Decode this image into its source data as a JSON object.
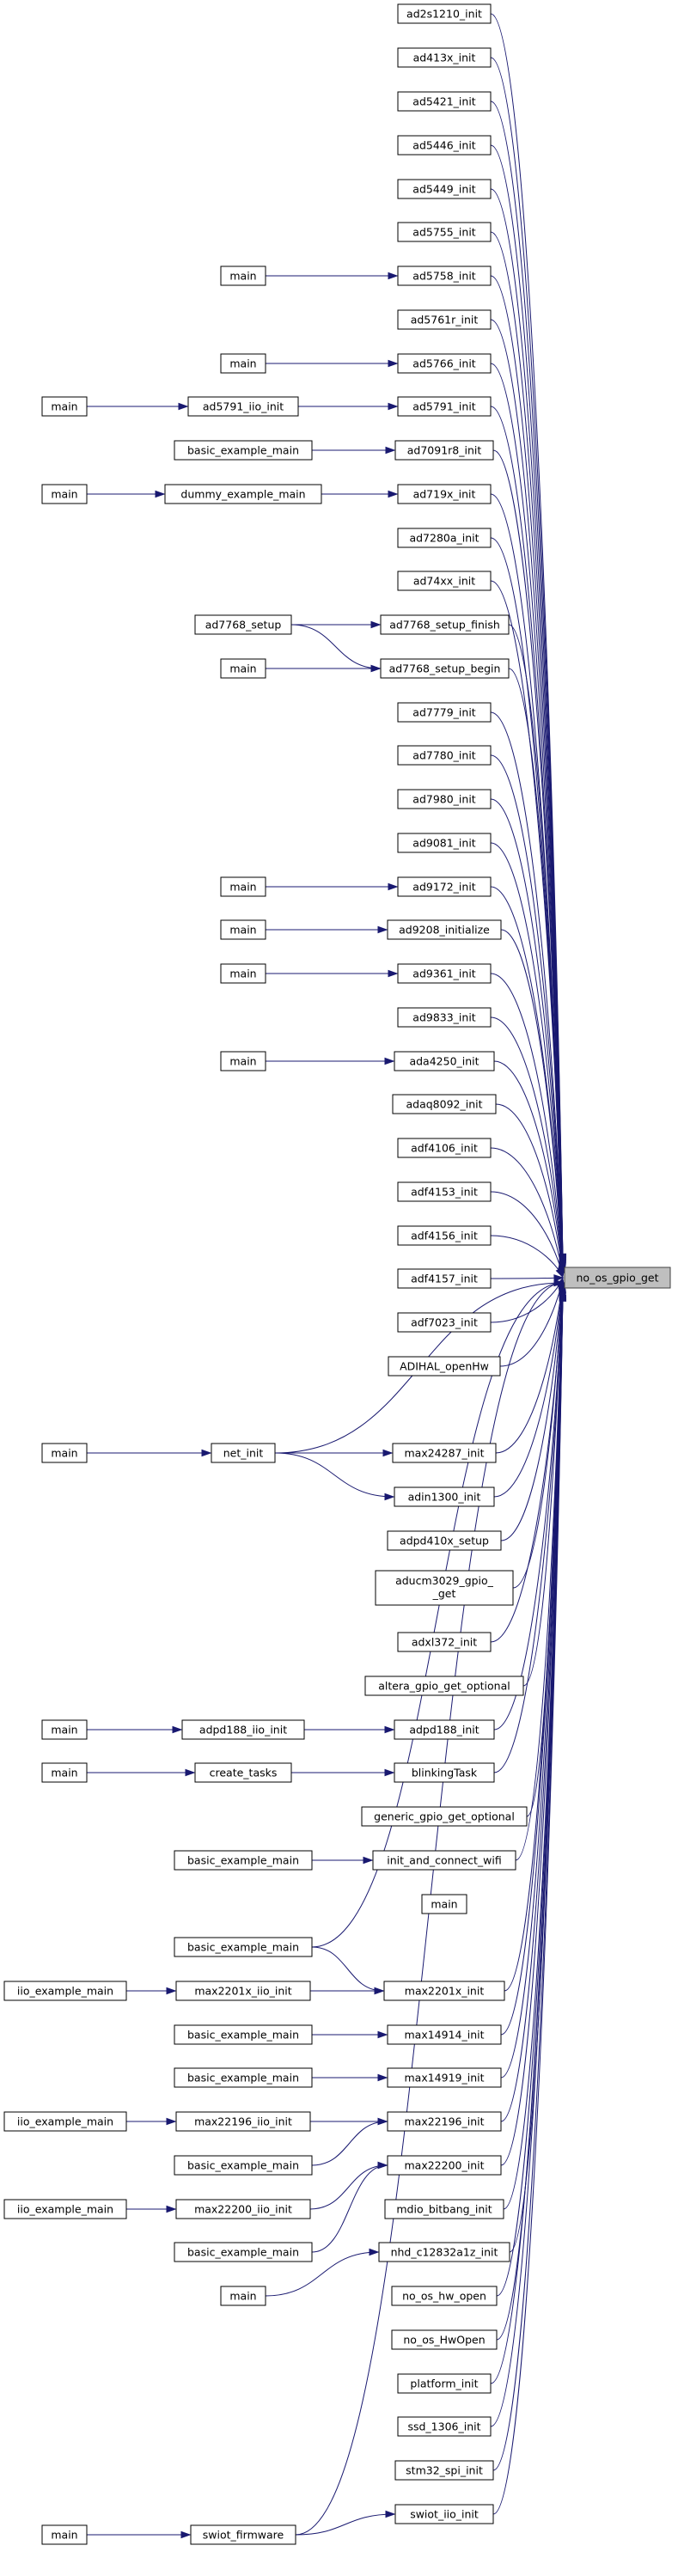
{
  "graph": {
    "target": {
      "id": "target",
      "label": "no_os_gpio_get"
    },
    "nodes": [
      {
        "id": "ad2s1210",
        "label": "ad2s1210_init"
      },
      {
        "id": "ad413x",
        "label": "ad413x_init"
      },
      {
        "id": "ad5421",
        "label": "ad5421_init"
      },
      {
        "id": "ad5446",
        "label": "ad5446_init"
      },
      {
        "id": "ad5449",
        "label": "ad5449_init"
      },
      {
        "id": "ad5755",
        "label": "ad5755_init"
      },
      {
        "id": "ad5758",
        "label": "ad5758_init"
      },
      {
        "id": "ad5761r",
        "label": "ad5761r_init"
      },
      {
        "id": "ad5766",
        "label": "ad5766_init"
      },
      {
        "id": "ad5791",
        "label": "ad5791_init"
      },
      {
        "id": "ad7091r8",
        "label": "ad7091r8_init"
      },
      {
        "id": "ad719x",
        "label": "ad719x_init"
      },
      {
        "id": "ad7280a",
        "label": "ad7280a_init"
      },
      {
        "id": "ad74xx",
        "label": "ad74xx_init"
      },
      {
        "id": "ad7768fin",
        "label": "ad7768_setup_finish"
      },
      {
        "id": "ad7768beg",
        "label": "ad7768_setup_begin"
      },
      {
        "id": "ad7779",
        "label": "ad7779_init"
      },
      {
        "id": "ad7780",
        "label": "ad7780_init"
      },
      {
        "id": "ad7980",
        "label": "ad7980_init"
      },
      {
        "id": "ad9081",
        "label": "ad9081_init"
      },
      {
        "id": "ad9172",
        "label": "ad9172_init"
      },
      {
        "id": "ad9208",
        "label": "ad9208_initialize"
      },
      {
        "id": "ad9361",
        "label": "ad9361_init"
      },
      {
        "id": "ad9833",
        "label": "ad9833_init"
      },
      {
        "id": "ada4250",
        "label": "ada4250_init"
      },
      {
        "id": "adaq8092",
        "label": "adaq8092_init"
      },
      {
        "id": "adf4106",
        "label": "adf4106_init"
      },
      {
        "id": "adf4153",
        "label": "adf4153_init"
      },
      {
        "id": "adf4156",
        "label": "adf4156_init"
      },
      {
        "id": "adf4157",
        "label": "adf4157_init"
      },
      {
        "id": "adf7023",
        "label": "adf7023_init"
      },
      {
        "id": "adihal",
        "label": "ADIHAL_openHw"
      },
      {
        "id": "max24287",
        "label": "max24287_init"
      },
      {
        "id": "adin1300",
        "label": "adin1300_init"
      },
      {
        "id": "adpd410x",
        "label": "adpd410x_setup"
      },
      {
        "id": "aducm3029",
        "label": "aducm3029_gpio_get"
      },
      {
        "id": "adxl372",
        "label": "adxl372_init"
      },
      {
        "id": "altera",
        "label": "altera_gpio_get_optional"
      },
      {
        "id": "adpd188",
        "label": "adpd188_init"
      },
      {
        "id": "blinking",
        "label": "blinkingTask"
      },
      {
        "id": "generic",
        "label": "generic_gpio_get_optional"
      },
      {
        "id": "initwifi",
        "label": "init_and_connect_wifi"
      },
      {
        "id": "main_mid",
        "label": "main"
      },
      {
        "id": "max2201x",
        "label": "max2201x_init"
      },
      {
        "id": "max14914",
        "label": "max14914_init"
      },
      {
        "id": "max14919",
        "label": "max14919_init"
      },
      {
        "id": "max22196",
        "label": "max22196_init"
      },
      {
        "id": "max22200",
        "label": "max22200_init"
      },
      {
        "id": "mdio",
        "label": "mdio_bitbang_init"
      },
      {
        "id": "nhd",
        "label": "nhd_c12832a1z_init"
      },
      {
        "id": "nohwopen",
        "label": "no_os_hw_open"
      },
      {
        "id": "noHwOpen",
        "label": "no_os_HwOpen"
      },
      {
        "id": "platform",
        "label": "platform_init"
      },
      {
        "id": "ssd1306",
        "label": "ssd_1306_init"
      },
      {
        "id": "stm32spi",
        "label": "stm32_spi_init"
      },
      {
        "id": "swiotiio",
        "label": "swiot_iio_init"
      },
      {
        "id": "m_ad5758",
        "label": "main"
      },
      {
        "id": "m_ad5766",
        "label": "main"
      },
      {
        "id": "ad5791iio",
        "label": "ad5791_iio_init"
      },
      {
        "id": "m_ad5791",
        "label": "main"
      },
      {
        "id": "bem_7091",
        "label": "basic_example_main"
      },
      {
        "id": "dummy",
        "label": "dummy_example_main"
      },
      {
        "id": "m_dummy",
        "label": "main"
      },
      {
        "id": "ad7768setup",
        "label": "ad7768_setup"
      },
      {
        "id": "m_ad7768",
        "label": "main"
      },
      {
        "id": "m_ad9172",
        "label": "main"
      },
      {
        "id": "m_ad9208",
        "label": "main"
      },
      {
        "id": "m_ad9361",
        "label": "main"
      },
      {
        "id": "m_ada4250",
        "label": "main"
      },
      {
        "id": "netinit",
        "label": "net_init"
      },
      {
        "id": "m_net",
        "label": "main"
      },
      {
        "id": "adpd188iio",
        "label": "adpd188_iio_init"
      },
      {
        "id": "m_adpd188",
        "label": "main"
      },
      {
        "id": "createtasks",
        "label": "create_tasks"
      },
      {
        "id": "m_tasks",
        "label": "main"
      },
      {
        "id": "bem_wifi",
        "label": "basic_example_main"
      },
      {
        "id": "bem_2201x",
        "label": "basic_example_main"
      },
      {
        "id": "max2201xiio",
        "label": "max2201x_iio_init"
      },
      {
        "id": "iem_2201x",
        "label": "iio_example_main"
      },
      {
        "id": "bem_14914",
        "label": "basic_example_main"
      },
      {
        "id": "bem_14919",
        "label": "basic_example_main"
      },
      {
        "id": "max22196iio",
        "label": "max22196_iio_init"
      },
      {
        "id": "iem_22196",
        "label": "iio_example_main"
      },
      {
        "id": "bem_22196",
        "label": "basic_example_main"
      },
      {
        "id": "max22200iio",
        "label": "max22200_iio_init"
      },
      {
        "id": "iem_22200",
        "label": "iio_example_main"
      },
      {
        "id": "bem_22200",
        "label": "basic_example_main"
      },
      {
        "id": "m_nhd",
        "label": "main"
      },
      {
        "id": "swiotfw",
        "label": "swiot_firmware"
      },
      {
        "id": "m_swiot",
        "label": "main"
      }
    ],
    "edges": [
      [
        "m_ad5758",
        "ad5758"
      ],
      [
        "m_ad5766",
        "ad5766"
      ],
      [
        "ad5791iio",
        "ad5791"
      ],
      [
        "m_ad5791",
        "ad5791iio"
      ],
      [
        "bem_7091",
        "ad7091r8"
      ],
      [
        "dummy",
        "ad719x"
      ],
      [
        "m_dummy",
        "dummy"
      ],
      [
        "ad7768setup",
        "ad7768fin"
      ],
      [
        "ad7768setup",
        "ad7768beg"
      ],
      [
        "m_ad7768",
        "ad7768beg"
      ],
      [
        "m_ad9172",
        "ad9172"
      ],
      [
        "m_ad9208",
        "ad9208"
      ],
      [
        "m_ad9361",
        "ad9361"
      ],
      [
        "m_ada4250",
        "ada4250"
      ],
      [
        "m_net",
        "netinit"
      ],
      [
        "netinit",
        "max24287"
      ],
      [
        "netinit",
        "adin1300"
      ],
      [
        "netinit",
        "target"
      ],
      [
        "adpd188iio",
        "adpd188"
      ],
      [
        "m_adpd188",
        "adpd188iio"
      ],
      [
        "createtasks",
        "blinking"
      ],
      [
        "m_tasks",
        "createtasks"
      ],
      [
        "bem_wifi",
        "initwifi"
      ],
      [
        "bem_2201x",
        "max2201x"
      ],
      [
        "bem_2201x",
        "target"
      ],
      [
        "max2201xiio",
        "max2201x"
      ],
      [
        "iem_2201x",
        "max2201xiio"
      ],
      [
        "bem_14914",
        "max14914"
      ],
      [
        "bem_14919",
        "max14919"
      ],
      [
        "max22196iio",
        "max22196"
      ],
      [
        "iem_22196",
        "max22196iio"
      ],
      [
        "bem_22196",
        "max22196"
      ],
      [
        "max22200iio",
        "max22200"
      ],
      [
        "iem_22200",
        "max22200iio"
      ],
      [
        "bem_22200",
        "max22200"
      ],
      [
        "m_nhd",
        "nhd"
      ],
      [
        "swiotfw",
        "swiotiio"
      ],
      [
        "swiotfw",
        "target"
      ],
      [
        "m_swiot",
        "swiotfw"
      ]
    ]
  }
}
